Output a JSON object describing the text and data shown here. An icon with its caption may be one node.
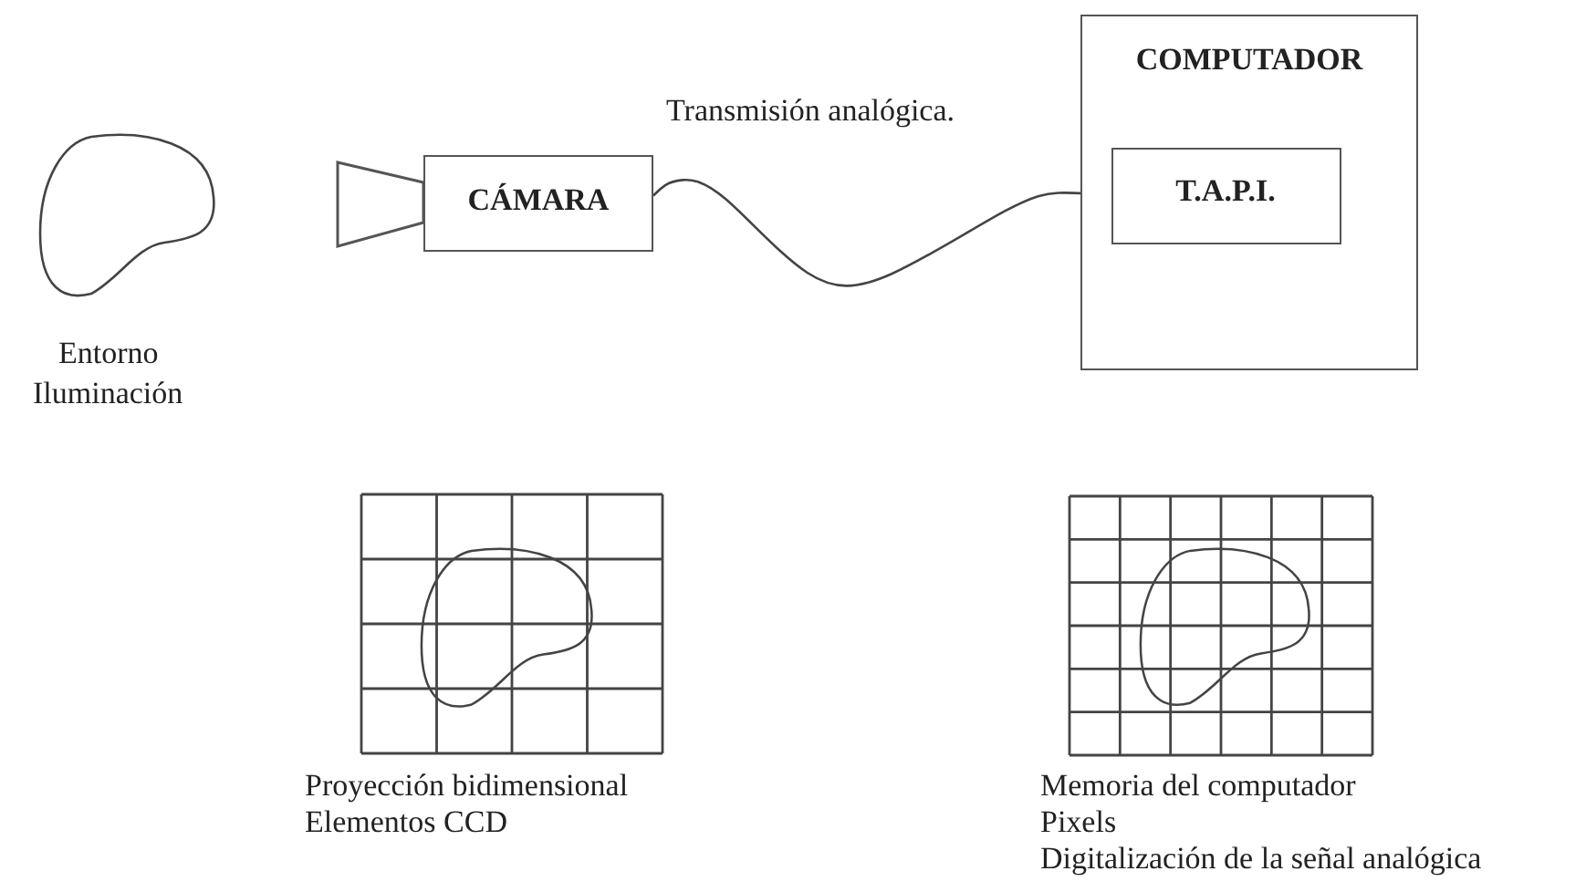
{
  "diagram": {
    "nodes": [
      {
        "text": [
          "CÁMARA"
        ]
      },
      {
        "text": [
          "COMPUTADOR"
        ]
      },
      {
        "text": [
          "T.A.P.I."
        ],
        "in": 1
      }
    ],
    "edges": [
      {
        "from": 0,
        "to": 2,
        "arrow": "none",
        "label": "Transmisión analógica."
      }
    ],
    "labels": [
      "Entorno",
      "Iluminación",
      "Proyección bidimensional",
      "Elementos CCD",
      "Memoria del computador",
      "Pixels",
      "Digitalización de la señal analógica"
    ]
  }
}
